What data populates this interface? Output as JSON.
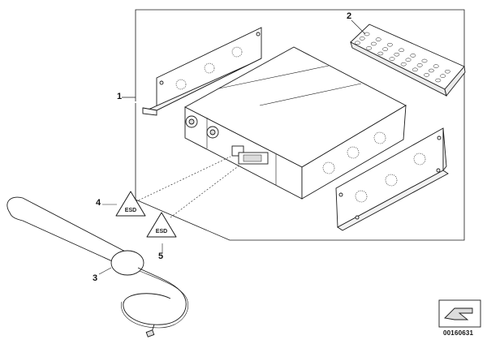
{
  "callouts": {
    "c1": "1",
    "c2": "2",
    "c3": "3",
    "c4": "4",
    "c5": "5"
  },
  "symbol_text": {
    "warn_a": "ESD",
    "warn_b": "ESD"
  },
  "doc_number": "00160631",
  "colors": {
    "line": "#1a1a1a",
    "fill": "#ffffff",
    "shade": "#dcdcdc"
  }
}
